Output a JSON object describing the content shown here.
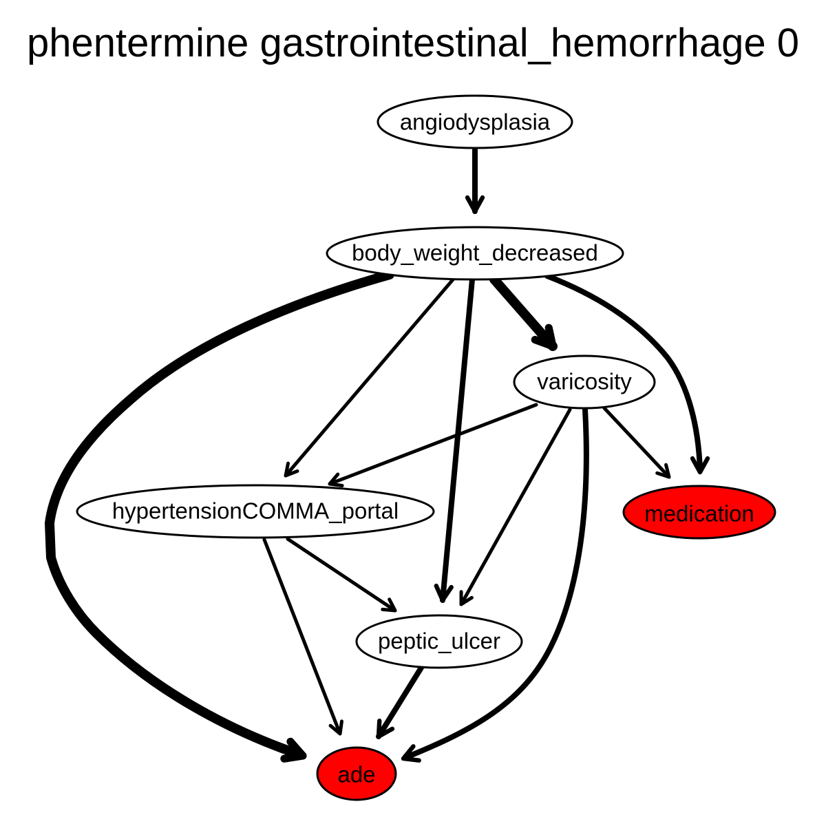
{
  "title": "phentermine gastrointestinal_hemorrhage 0",
  "colors": {
    "outcome_fill": "#ff0000",
    "node_fill": "#ffffff",
    "stroke": "#000000"
  },
  "nodes": {
    "angiodysplasia": {
      "label": "angiodysplasia",
      "highlight": false
    },
    "body_weight_decreased": {
      "label": "body_weight_decreased",
      "highlight": false
    },
    "varicosity": {
      "label": "varicosity",
      "highlight": false
    },
    "hypertension_portal": {
      "label": "hypertensionCOMMA_portal",
      "highlight": false
    },
    "medication": {
      "label": "medication",
      "highlight": true
    },
    "peptic_ulcer": {
      "label": "peptic_ulcer",
      "highlight": false
    },
    "ade": {
      "label": "ade",
      "highlight": true
    }
  },
  "edges": [
    {
      "from": "angiodysplasia",
      "to": "body_weight_decreased",
      "weight": "medium"
    },
    {
      "from": "body_weight_decreased",
      "to": "ade",
      "weight": "heavy"
    },
    {
      "from": "body_weight_decreased",
      "to": "hypertension_portal",
      "weight": "light"
    },
    {
      "from": "body_weight_decreased",
      "to": "peptic_ulcer",
      "weight": "medium"
    },
    {
      "from": "body_weight_decreased",
      "to": "varicosity",
      "weight": "heavy"
    },
    {
      "from": "body_weight_decreased",
      "to": "medication",
      "weight": "medium"
    },
    {
      "from": "varicosity",
      "to": "hypertension_portal",
      "weight": "light"
    },
    {
      "from": "varicosity",
      "to": "peptic_ulcer",
      "weight": "light"
    },
    {
      "from": "varicosity",
      "to": "ade",
      "weight": "medium"
    },
    {
      "from": "varicosity",
      "to": "medication",
      "weight": "light"
    },
    {
      "from": "hypertension_portal",
      "to": "peptic_ulcer",
      "weight": "light"
    },
    {
      "from": "hypertension_portal",
      "to": "ade",
      "weight": "light"
    },
    {
      "from": "peptic_ulcer",
      "to": "ade",
      "weight": "medium"
    }
  ]
}
